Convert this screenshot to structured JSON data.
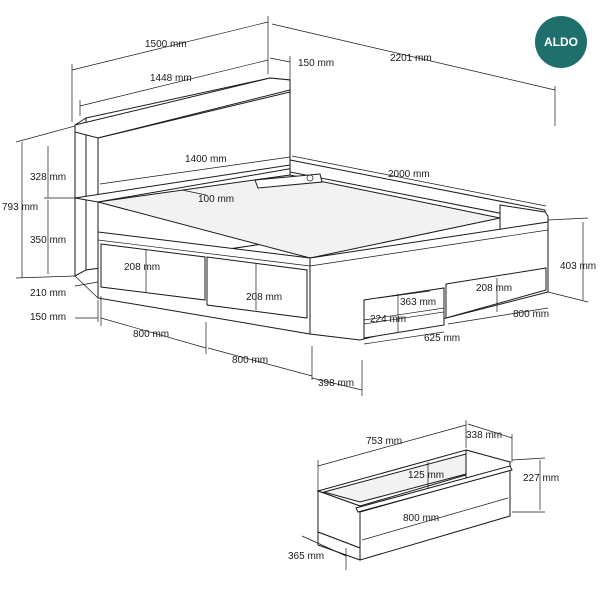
{
  "brand": {
    "logo_text": "ALDO",
    "color": "#1f6f6c"
  },
  "dimensions": {
    "d1500": "1500 mm",
    "d150_top": "150 mm",
    "d2201": "2201 mm",
    "d1448": "1448 mm",
    "d793": "793 mm",
    "d328": "328 mm",
    "d350": "350 mm",
    "d210": "210 mm",
    "d150_bottom": "150 mm",
    "d1400": "1400 mm",
    "d100": "100 mm",
    "d2000": "2000 mm",
    "d403": "403 mm",
    "d208_a": "208 mm",
    "d208_b": "208 mm",
    "d208_c": "208 mm",
    "d363": "363 mm",
    "d224": "224 mm",
    "d800_side": "800 mm",
    "d625": "625 mm",
    "d800_front_a": "800 mm",
    "d800_front_b": "800 mm",
    "d398": "398 mm"
  },
  "drawer": {
    "d753": "753 mm",
    "d338": "338 mm",
    "d125": "125 mm",
    "d227": "227 mm",
    "d800": "800 mm",
    "d365": "365 mm"
  }
}
